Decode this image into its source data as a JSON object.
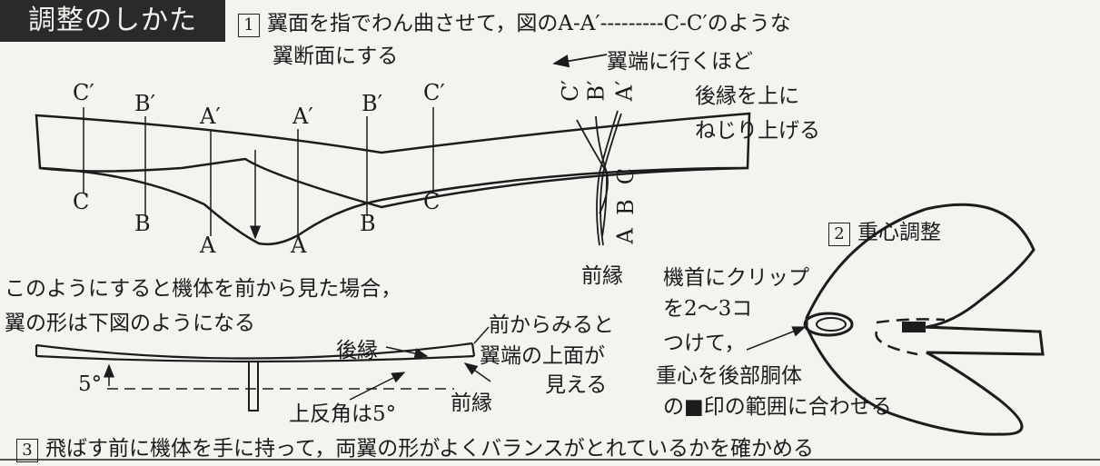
{
  "title": "調整のしかた",
  "step1": {
    "number": "1",
    "line1": "翼面を指でわん曲させて，図のA-A′---------C-C′のような",
    "line2": "翼断面にする"
  },
  "wing_top": {
    "labels_top": [
      "C′",
      "B′",
      "A′",
      "A′",
      "B′",
      "C′"
    ],
    "labels_bottom": [
      "C",
      "B",
      "A",
      "A",
      "B",
      "C"
    ]
  },
  "twist": {
    "arrow_text": "翼端に行くほど",
    "note_line1": "後縁を上に",
    "note_line2": "ねじり上げる",
    "top_labels": [
      "C′",
      "B′",
      "A′"
    ],
    "bottom_labels": [
      "A",
      "B",
      "C"
    ],
    "leading_edge": "前縁"
  },
  "front_view": {
    "caption_line1": "このようにすると機体を前から見た場合，",
    "caption_line2": "翼の形は下図のようになる",
    "trailing_edge": "後縁",
    "leading_edge": "前縁",
    "tip_note_line1": "前からみると",
    "tip_note_line2": "翼端の上面が",
    "tip_note_line3": "見える",
    "angle": "5°",
    "dihedral": "上反角は5°"
  },
  "step2": {
    "number": "2",
    "title": "重心調整",
    "line1": "機首にクリップ",
    "line2": "を2～3コ",
    "line3": "つけて，",
    "line4": "重心を後部胴体",
    "line5": "の■印の範囲に合わせる"
  },
  "step3": {
    "number": "3",
    "text": "飛ばす前に機体を手に持って，両翼の形がよくバランスがとれているかを確かめる"
  }
}
